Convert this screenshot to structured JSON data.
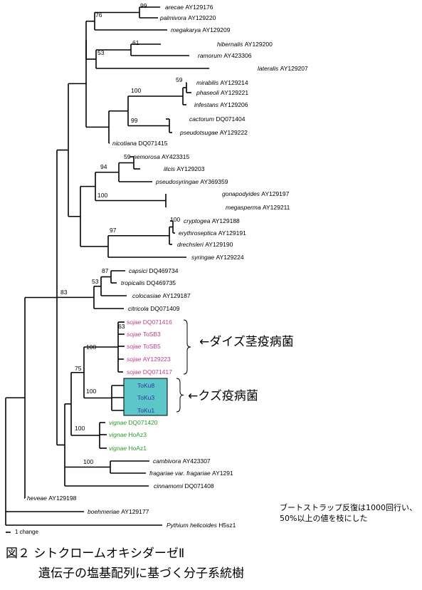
{
  "leaves": [
    {
      "id": "arecae",
      "epithet": "arecae",
      "acc": "AY129176",
      "color": "black"
    },
    {
      "id": "palmivora",
      "epithet": "palmivora",
      "acc": "AY129220",
      "color": "black"
    },
    {
      "id": "megakarya",
      "epithet": "megakarya",
      "acc": "AY129209",
      "color": "black"
    },
    {
      "id": "hibernalis",
      "epithet": "hibernalis",
      "acc": "AY129200",
      "color": "black"
    },
    {
      "id": "ramorum",
      "epithet": "ramorum",
      "acc": "AY423306",
      "color": "black"
    },
    {
      "id": "lateralis",
      "epithet": "lateralis",
      "acc": "AY129207",
      "color": "black"
    },
    {
      "id": "mirabilis",
      "epithet": "mirabilis",
      "acc": "AY129214",
      "color": "black"
    },
    {
      "id": "phaseoli",
      "epithet": "phaseoli",
      "acc": "AY129221",
      "color": "black"
    },
    {
      "id": "infestans",
      "epithet": "infestans",
      "acc": "AY129206",
      "color": "black"
    },
    {
      "id": "cactorum",
      "epithet": "cactorum",
      "acc": "DQ071404",
      "color": "black"
    },
    {
      "id": "pseudotsugae",
      "epithet": "pseudotsugae",
      "acc": "AY129222",
      "color": "black"
    },
    {
      "id": "nicotiana",
      "epithet": "nicotiana",
      "acc": "DQ071415",
      "color": "black"
    },
    {
      "id": "nemorosa",
      "epithet": "nemorosa",
      "acc": "AY423315",
      "color": "black"
    },
    {
      "id": "ilicis",
      "epithet": "ilicis",
      "acc": "AY129203",
      "color": "black"
    },
    {
      "id": "pseudosyringae",
      "epithet": "pseudosyringae",
      "acc": "AY369359",
      "color": "black"
    },
    {
      "id": "gonapodyides",
      "epithet": "gonapodyides",
      "acc": "AY129197",
      "color": "black"
    },
    {
      "id": "megasperma",
      "epithet": "megasperma",
      "acc": "AY129211",
      "color": "black"
    },
    {
      "id": "cryptogea",
      "epithet": "cryptogea",
      "acc": "AY129188",
      "color": "black"
    },
    {
      "id": "erythroseptica",
      "epithet": "erythroseptica",
      "acc": "AY129191",
      "color": "black"
    },
    {
      "id": "drechsleri",
      "epithet": "drechsleri",
      "acc": "AY129190",
      "color": "black"
    },
    {
      "id": "syringae",
      "epithet": "syringae",
      "acc": "AY129224",
      "color": "black"
    },
    {
      "id": "capsici",
      "epithet": "capsici",
      "acc": "DQ469734",
      "color": "black"
    },
    {
      "id": "tropicalis",
      "epithet": "tropicalis",
      "acc": "DQ469735",
      "color": "black"
    },
    {
      "id": "colocasiae",
      "epithet": "colocasiae",
      "acc": "AY129187",
      "color": "black"
    },
    {
      "id": "citricola",
      "epithet": "citricola",
      "acc": "DQ071409",
      "color": "black"
    },
    {
      "id": "sojae1",
      "epithet": "sojae",
      "acc": "DQ071416",
      "color": "pink"
    },
    {
      "id": "sojae2",
      "epithet": "sojae",
      "acc": "ToSB3",
      "color": "pink"
    },
    {
      "id": "sojae3",
      "epithet": "sojae",
      "acc": "ToSB5",
      "color": "pink"
    },
    {
      "id": "sojae4",
      "epithet": "sojae",
      "acc": "AY129223",
      "color": "pink"
    },
    {
      "id": "sojae5",
      "epithet": "sojae",
      "acc": "DQ071417",
      "color": "pink"
    },
    {
      "id": "toku8",
      "epithet": "",
      "acc": "ToKu8",
      "color": "blue"
    },
    {
      "id": "toku3",
      "epithet": "",
      "acc": "ToKu3",
      "color": "blue"
    },
    {
      "id": "toku1",
      "epithet": "",
      "acc": "ToKu1",
      "color": "blue"
    },
    {
      "id": "vignae1",
      "epithet": "vignae",
      "acc": "DQ071420",
      "color": "green"
    },
    {
      "id": "vignae2",
      "epithet": "vignae",
      "acc": "HoAz3",
      "color": "green"
    },
    {
      "id": "vignae3",
      "epithet": "vignae",
      "acc": "HoAz1",
      "color": "green"
    },
    {
      "id": "cambivora",
      "epithet": "cambivora",
      "acc": "AY423307",
      "color": "black"
    },
    {
      "id": "fragariae",
      "epithet": "fragariae var. fragariae",
      "acc": "AY1291",
      "color": "black"
    },
    {
      "id": "cinnamomi",
      "epithet": "cinnamomi",
      "acc": "DQ071408",
      "color": "black"
    },
    {
      "id": "heveae",
      "epithet": "heveae",
      "acc": "AY129198",
      "color": "black"
    },
    {
      "id": "boehmeriae",
      "epithet": "boehmeriae",
      "acc": "AY129177",
      "color": "black"
    },
    {
      "id": "pythium",
      "epithet": "Pythium helicoides",
      "acc": "H5sz1",
      "color": "black"
    }
  ],
  "bootstrap": [
    "99",
    "76",
    "53",
    "61",
    "59",
    "100",
    "99",
    "59",
    "94",
    "100",
    "97",
    "100",
    "87",
    "53",
    "83",
    "63",
    "100",
    "75",
    "100",
    "100",
    "100"
  ],
  "group_labels": {
    "soybean": "←ダイズ茎疫病菌",
    "kudzu": "←クズ疫病菌"
  },
  "scale_label": "1 change",
  "note": "ブートストラップ反復は1000回行い、50%以上の値を枝にした",
  "caption": {
    "line1": "図２ シトクロームオキシダーゼⅡ",
    "line2": "遺伝子の塩基配列に基づく分子系統樹"
  },
  "colors": {
    "pink": "#c03c8c",
    "green": "#2a9a2a",
    "blue": "#2a3c9a",
    "highlight_box": "#5cc6c8"
  }
}
